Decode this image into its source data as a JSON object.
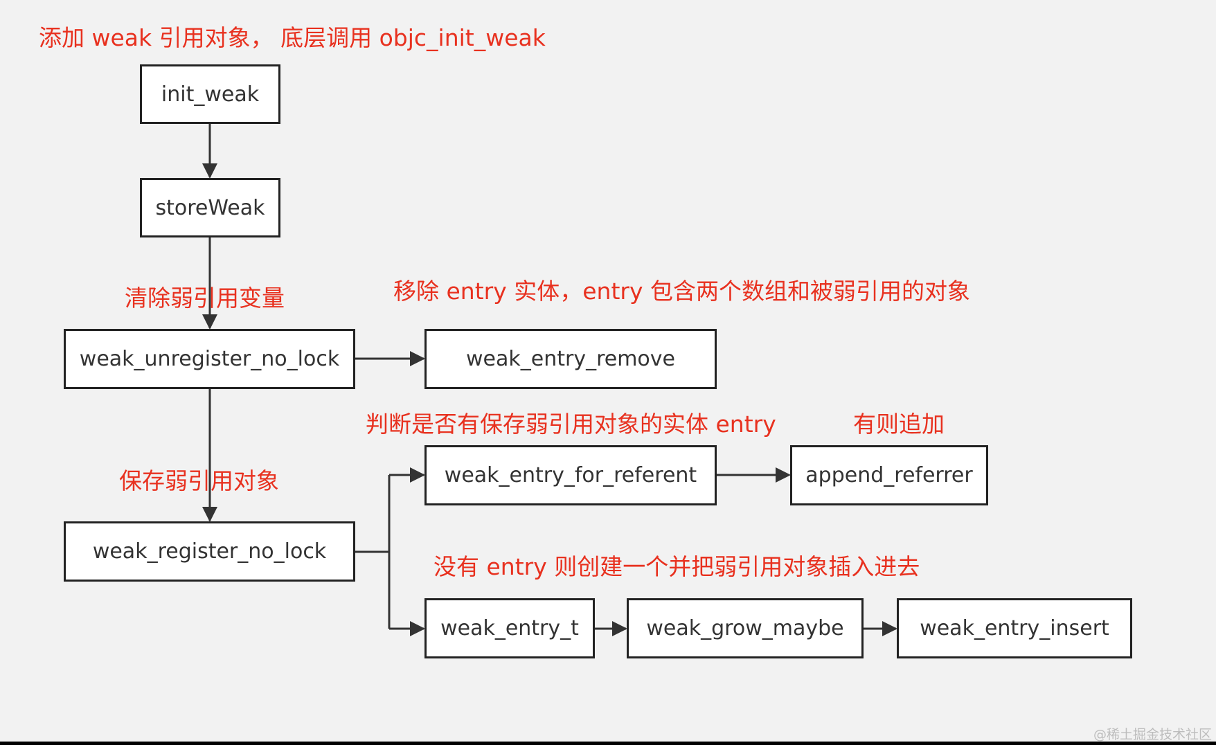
{
  "colors": {
    "annotation": "#e8311f",
    "edge": "#333333",
    "node_border": "#222222",
    "node_fill": "#ffffff",
    "background": "#f2f2f2",
    "watermark": "#bdbdbd"
  },
  "nodes": {
    "init_weak": "init_weak",
    "store_weak": "storeWeak",
    "weak_unregister_no_lock": "weak_unregister_no_lock",
    "weak_entry_remove": "weak_entry_remove",
    "weak_entry_for_referent": "weak_entry_for_referent",
    "append_referrer": "append_referrer",
    "weak_register_no_lock": "weak_register_no_lock",
    "weak_entry_t": "weak_entry_t",
    "weak_grow_maybe": "weak_grow_maybe",
    "weak_entry_insert": "weak_entry_insert"
  },
  "annotations": {
    "add_weak": "添加 weak 引用对象， 底层调用 objc_init_weak",
    "clear_weak": "清除弱引用变量",
    "remove_entry": "移除 entry 实体，entry 包含两个数组和被弱引用的对象",
    "check_entry": "判断是否有保存弱引用对象的实体 entry",
    "append_if_exists": "有则追加",
    "save_weak": "保存弱引用对象",
    "create_entry": "没有 entry 则创建一个并把弱引用对象插入进去"
  },
  "watermark": "@稀土掘金技术社区"
}
